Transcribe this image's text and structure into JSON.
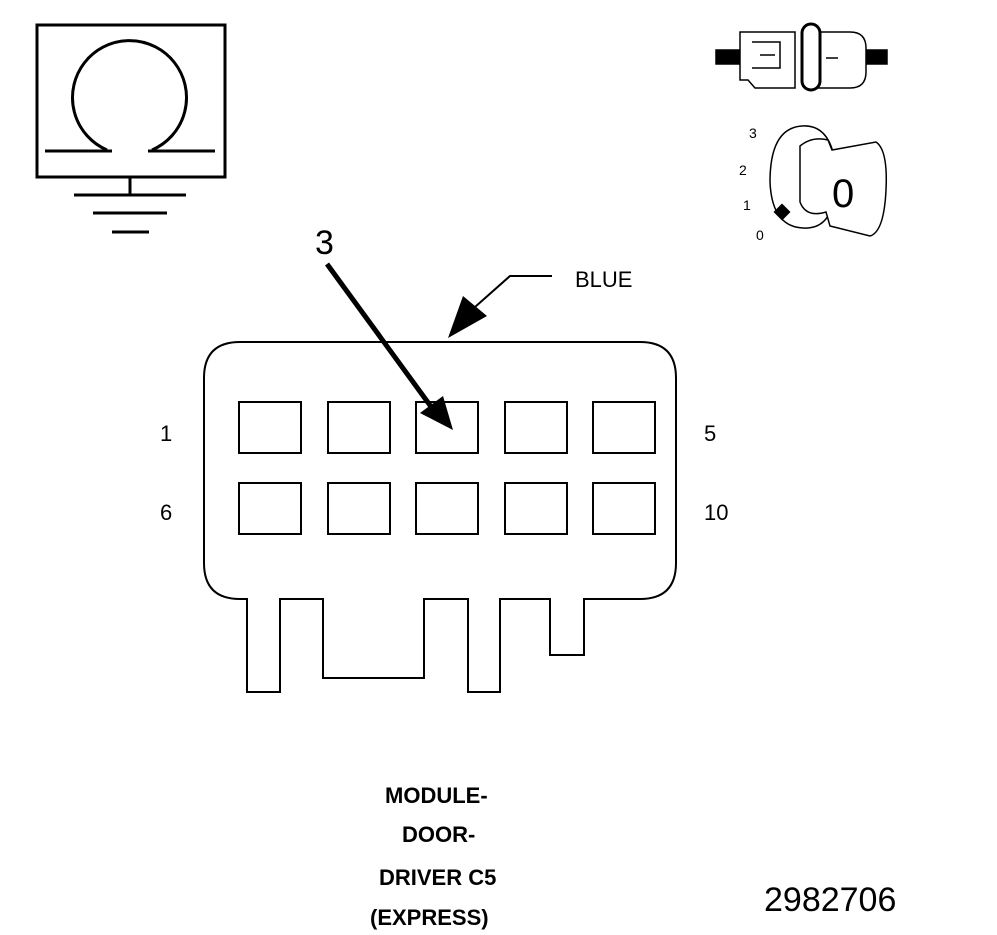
{
  "icons": {
    "ohm_ground": "ohmmeter-ground-symbol-icon",
    "connector_plug": "connector-plug-icon",
    "ignition_key": "ignition-key-icon"
  },
  "ignition": {
    "positions": [
      "3",
      "2",
      "1",
      "0"
    ],
    "key_label": "0"
  },
  "connector": {
    "color_label": "BLUE",
    "pin_labels": {
      "top_left": "1",
      "top_right": "5",
      "bottom_left": "6",
      "bottom_right": "10"
    },
    "probe_pin": "3"
  },
  "title_lines": [
    "MODULE-",
    "DOOR-",
    "DRIVER C5",
    "(EXPRESS)"
  ],
  "figure_number": "2982706"
}
